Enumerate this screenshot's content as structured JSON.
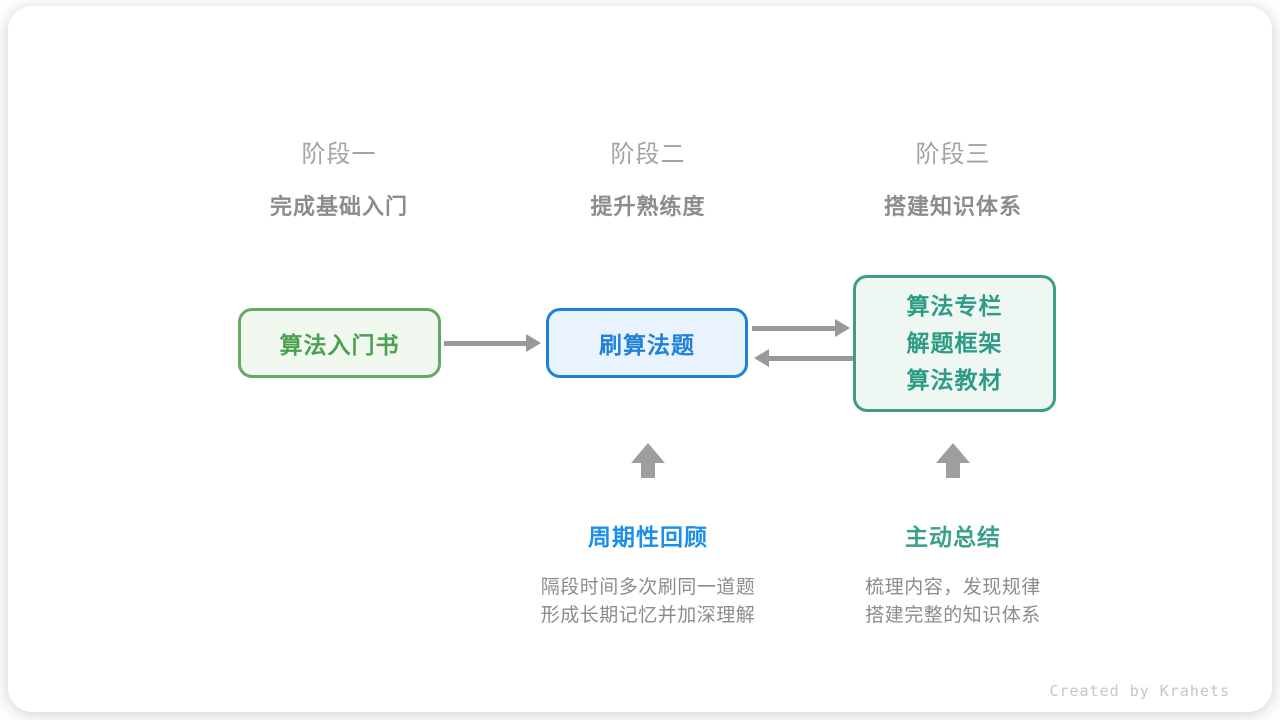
{
  "stages": [
    {
      "label": "阶段一",
      "subtitle": "完成基础入门"
    },
    {
      "label": "阶段二",
      "subtitle": "提升熟练度"
    },
    {
      "label": "阶段三",
      "subtitle": "搭建知识体系"
    }
  ],
  "nodes": {
    "node1": {
      "label": "算法入门书",
      "text_color": "#4ba152",
      "border_color": "#67a863",
      "bg_color": "#f1f8ef"
    },
    "node2": {
      "label": "刷算法题",
      "text_color": "#1f81d8",
      "border_color": "#1f81d8",
      "bg_color": "#e9f3fd"
    },
    "node3": {
      "lines": [
        "算法专栏",
        "解题框架",
        "算法教材"
      ],
      "text_color": "#2e9c85",
      "border_color": "#3f9c88",
      "bg_color": "#eff7f2"
    }
  },
  "arrows": {
    "color": "#999999",
    "flow": [
      "node1 → node2",
      "node2 → node3",
      "node3 → node2"
    ]
  },
  "annotations": [
    {
      "title": "周期性回顾",
      "title_color": "#1e8fe8",
      "line1": "隔段时间多次刷同一道题",
      "line2": "形成长期记忆并加深理解"
    },
    {
      "title": "主动总结",
      "title_color": "#3aa08c",
      "line1": "梳理内容，发现规律",
      "line2": "搭建完整的知识体系"
    }
  ],
  "watermark": "Created by Krahets"
}
